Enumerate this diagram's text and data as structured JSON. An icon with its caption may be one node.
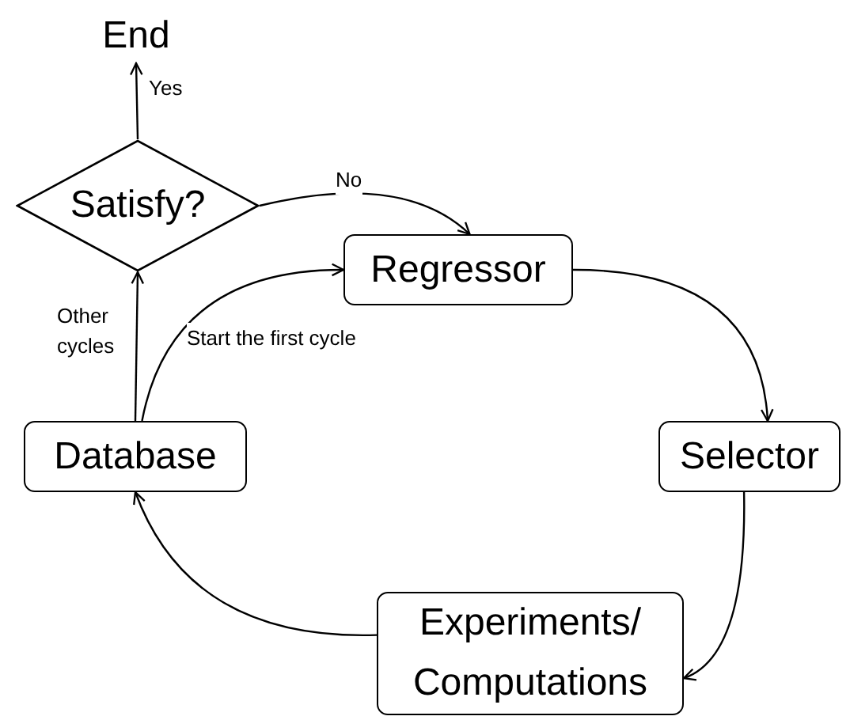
{
  "diagram": {
    "nodes": [
      {
        "text": [
          "End"
        ]
      },
      {
        "text": [
          "Satisfy?"
        ]
      },
      {
        "text": [
          "Regressor"
        ]
      },
      {
        "text": [
          "Database"
        ]
      },
      {
        "text": [
          "Selector"
        ]
      },
      {
        "text": [
          "Experiments/ Computations"
        ]
      }
    ],
    "edges": [
      {
        "from": 1,
        "to": 0,
        "arrow": "to",
        "label": "Yes"
      },
      {
        "from": 1,
        "to": 2,
        "arrow": "to",
        "label": "No"
      },
      {
        "from": 3,
        "to": 1,
        "arrow": "to",
        "label": "Other cycles"
      },
      {
        "from": 3,
        "to": 2,
        "arrow": "to",
        "label": "Start the first cycle"
      },
      {
        "from": 2,
        "to": 4,
        "arrow": "to"
      },
      {
        "from": 4,
        "to": 5,
        "arrow": "to"
      },
      {
        "from": 5,
        "to": 3,
        "arrow": "to"
      }
    ]
  }
}
